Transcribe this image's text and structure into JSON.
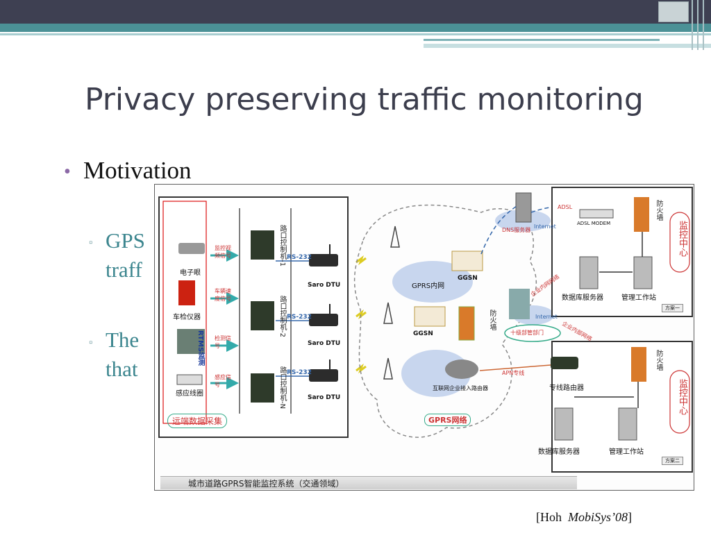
{
  "slide": {
    "title": "Privacy preserving traffic monitoring",
    "bullet": "Motivation",
    "sub_items": [
      {
        "line1": "GPS",
        "line2": "traff"
      },
      {
        "line1": "The",
        "line2": "that"
      }
    ],
    "citation_author": "[Hoh",
    "citation_venue": "MobiSys’08",
    "citation_close": "]"
  },
  "diagram": {
    "caption": "城市道路GPRS智能监控系统（交通领域）",
    "left_sources": [
      "电子眼",
      "车检仪器",
      "RTMS监测",
      "感应线圈"
    ],
    "left_signals": [
      "监控视频信号",
      "车辆速度信号",
      "检测信号",
      "感应信号"
    ],
    "controllers": [
      "路口控制机-1",
      "路口控制机-2",
      "路口控制机-N"
    ],
    "rs_labels": [
      "RS-232",
      "RS-232",
      "RS-232"
    ],
    "dtu_labels": [
      "Saro DTU",
      "Saro DTU",
      "Saro DTU"
    ],
    "remote_collect": "远端数据采集",
    "gprs_internal": "GPRS内网",
    "ggsn1": "GGSN",
    "ggsn2": "GGSN",
    "firewall_mid": "防火墙",
    "router_label": "互联网企业接入路由器",
    "gprs_network": "GPRS网络",
    "apn": "APN专线",
    "dns_server": "DNS服务器",
    "internet1": "Internet",
    "internet2": "Internet",
    "adsl": "ADSL",
    "adsl_modem": "ADSL MODEM",
    "firewall_top": "防火墙",
    "firewall_bottom": "防火墙",
    "monitor_center_top": "监控中心",
    "monitor_center_bottom": "监控中心",
    "db_server_top": "数据库服务器",
    "workstation_top": "管理工作站",
    "plan1": "方案一",
    "dept": "十级部管部门",
    "enterprise1": "企业内网网络",
    "enterprise2": "企业内部网络",
    "dedicated_router": "专线路由器",
    "db_server_bottom": "数据库服务器",
    "workstation_bottom": "管理工作站",
    "plan2": "方案二"
  }
}
